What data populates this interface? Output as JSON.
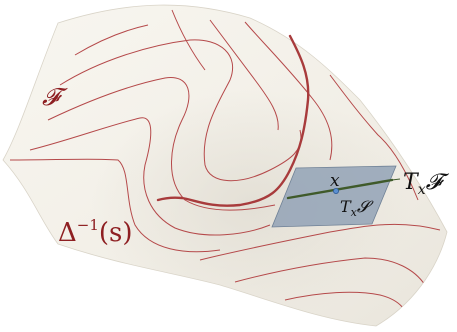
{
  "labels": {
    "surface": "𝓕",
    "preimage_prefix": "Δ",
    "preimage_exp": "−1",
    "preimage_arg": "(s)",
    "point": "x",
    "tangent_space_surface": "T",
    "tangent_space_surface_sub": "x",
    "tangent_space_surface_set": "𝓕",
    "tangent_space_level": "T",
    "tangent_space_level_sub": "x",
    "tangent_space_level_set": "𝓢"
  },
  "colors": {
    "surface_fill": "#f4f1ea",
    "surface_shadow": "#e6e2d8",
    "contour": "#b5494a",
    "level_curve": "#a83b3c",
    "tangent_plane": "#8fa0b4",
    "tangent_line": "#3f5a2a",
    "label_red": "#8e1f22",
    "label_black": "#111111"
  }
}
